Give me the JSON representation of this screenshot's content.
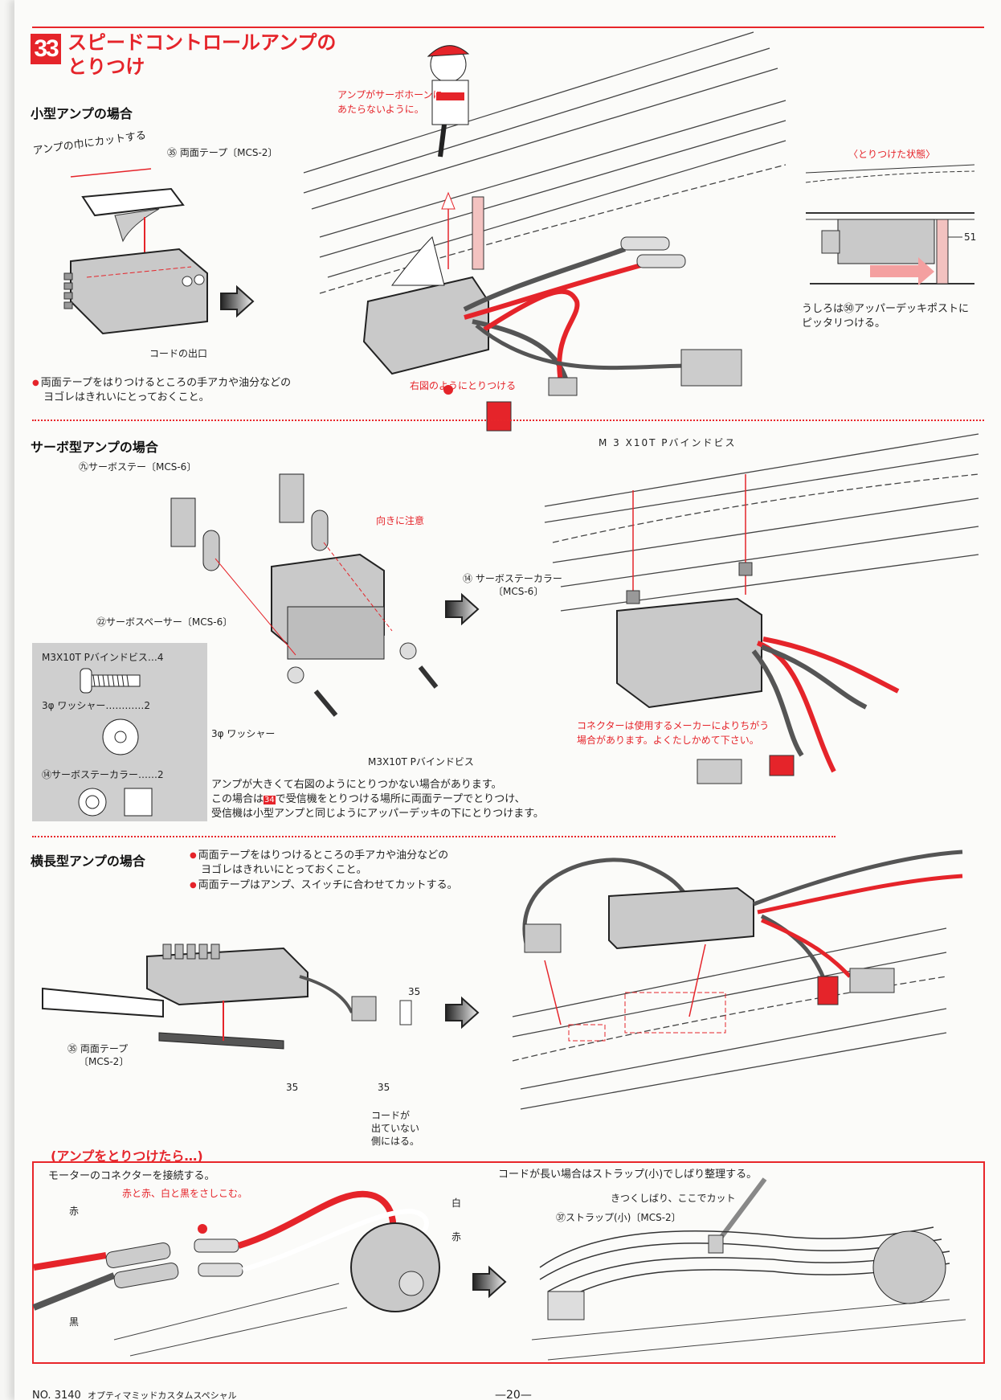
{
  "header": {
    "step_number": "33",
    "title_line1": "スピードコントロールアンプの",
    "title_line2": "とりつけ"
  },
  "section_small_amp": {
    "heading": "小型アンプの場合",
    "cut_label": "アンプの巾にカットする",
    "tape_label": "㉟ 両面テープ〔MCS-2〕",
    "cord_exit_label": "コードの出口",
    "note_line1": "両面テープをはりつけるところの手アカや油分などの",
    "note_line2": "ヨゴレはきれいにとっておくこと。",
    "mascot_note_line1": "アンプがサーボホーンに",
    "mascot_note_line2": "あたらないように。",
    "attach_note": "右図のようにとりつける",
    "installed_title": "〈とりつけた状態〉",
    "post_callout": "51",
    "installed_note_line1": "うしろは㊿アッパーデッキポストに",
    "installed_note_line2": "ピッタリつける。"
  },
  "section_servo_amp": {
    "heading": "サーボ型アンプの場合",
    "servo_stay_label": "㊈サーボステー〔MCS-6〕",
    "direction_note": "向きに注意",
    "servo_spacer_label": "㉒サーボスペーサー〔MCS-6〕",
    "washer_label": "3φ ワッシャー",
    "screw_label": "M3X10T Pバインドビス",
    "screw_label_right": "M 3 X10T Pバインドビス",
    "collar_label_line1": "⑭ サーボステーカラー",
    "collar_label_line2": "〔MCS-6〕",
    "parts": [
      {
        "name": "M3X10T Pバインドビス",
        "qty": "4"
      },
      {
        "name": "3φ ワッシャー",
        "qty": "2"
      },
      {
        "name": "⑭サーボステーカラー",
        "qty": "2"
      }
    ],
    "connector_note_line1": "コネクターは使用するメーカーによりちがう",
    "connector_note_line2": "場合があります。よくたしかめて下さい。",
    "large_amp_note_line1": "アンプが大きくて右図のようにとりつかない場合があります。",
    "large_amp_note_line2_a": "この場合は",
    "large_amp_note_line2_ref": "34",
    "large_amp_note_line2_b": "で受信機をとりつける場所に両面テープでとりつけ、",
    "large_amp_note_line3": "受信機は小型アンプと同じようにアッパーデッキの下にとりつけます。"
  },
  "section_long_amp": {
    "heading": "横長型アンプの場合",
    "note1_line1": "両面テープをはりつけるところの手アカや油分などの",
    "note1_line2": "ヨゴレはきれいにとっておくこと。",
    "note2": "両面テープはアンプ、スイッチに合わせてカットする。",
    "tape_label_line1": "㉟ 両面テープ",
    "tape_label_line2": "〔MCS-2〕",
    "callout_35": "35",
    "side_note_line1": "コードが",
    "side_note_line2": "出ていない",
    "side_note_line3": "側にはる。"
  },
  "section_after": {
    "heading": "(アンプをとりつけたら…)",
    "motor_note": "モーターのコネクターを接続する。",
    "insert_note": "赤と赤、白と黒をさしこむ。",
    "label_red_left": "赤",
    "label_black": "黒",
    "label_white": "白",
    "label_red_right": "赤",
    "cord_note": "コードが長い場合はストラップ(小)でしばり整理する。",
    "cut_note": "きつくしばり、ここでカット",
    "strap_label": "㊲ストラップ(小)〔MCS-2〕"
  },
  "footer": {
    "model_no": "NO. 3140",
    "model_name": "オプティマミッドカスタムスペシャル",
    "page_number": "—20—"
  },
  "colors": {
    "accent_red": "#e5242a",
    "part_gray": "#bdbdbd",
    "wire_dark": "#555555",
    "parts_box_bg": "#cfcfcf"
  }
}
